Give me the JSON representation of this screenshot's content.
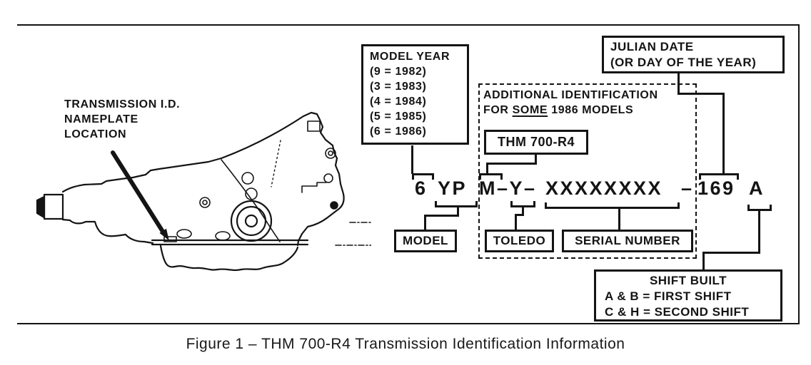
{
  "palette": {
    "ink": "#141414",
    "paper": "#ffffff"
  },
  "caption": "Figure 1 – THM 700-R4 Transmission Identification Information",
  "nameplate_callout": {
    "line1": "TRANSMISSION I.D.",
    "line2": "NAMEPLATE",
    "line3": "LOCATION"
  },
  "model_year_box": {
    "title": "MODEL YEAR",
    "rows": [
      "(9 = 1982)",
      "(3 = 1983)",
      "(4 = 1984)",
      "(5 = 1985)",
      "(6 = 1986)"
    ]
  },
  "julian_date_box": {
    "line1": "JULIAN DATE",
    "line2": "(OR DAY OF THE YEAR)"
  },
  "additional_id_box": {
    "line1": "ADDITIONAL IDENTIFICATION",
    "line2_prefix": "FOR ",
    "line2_emphasis": "SOME",
    "line2_suffix": " 1986 MODELS",
    "type_box": "THM 700-R4"
  },
  "id_code": {
    "model_year": "6",
    "model": "YP",
    "plant_prefix": "M–Y–",
    "serial_mask": "XXXXXXXX",
    "separator": "–",
    "julian_date": "169",
    "shift_code": "A"
  },
  "component_labels": {
    "model": "MODEL",
    "toledo": "TOLEDO",
    "serial_number": "SERIAL NUMBER"
  },
  "shift_built_box": {
    "title": "SHIFT BUILT",
    "row1": "A & B = FIRST SHIFT",
    "row2": "C & H = SECOND SHIFT"
  }
}
